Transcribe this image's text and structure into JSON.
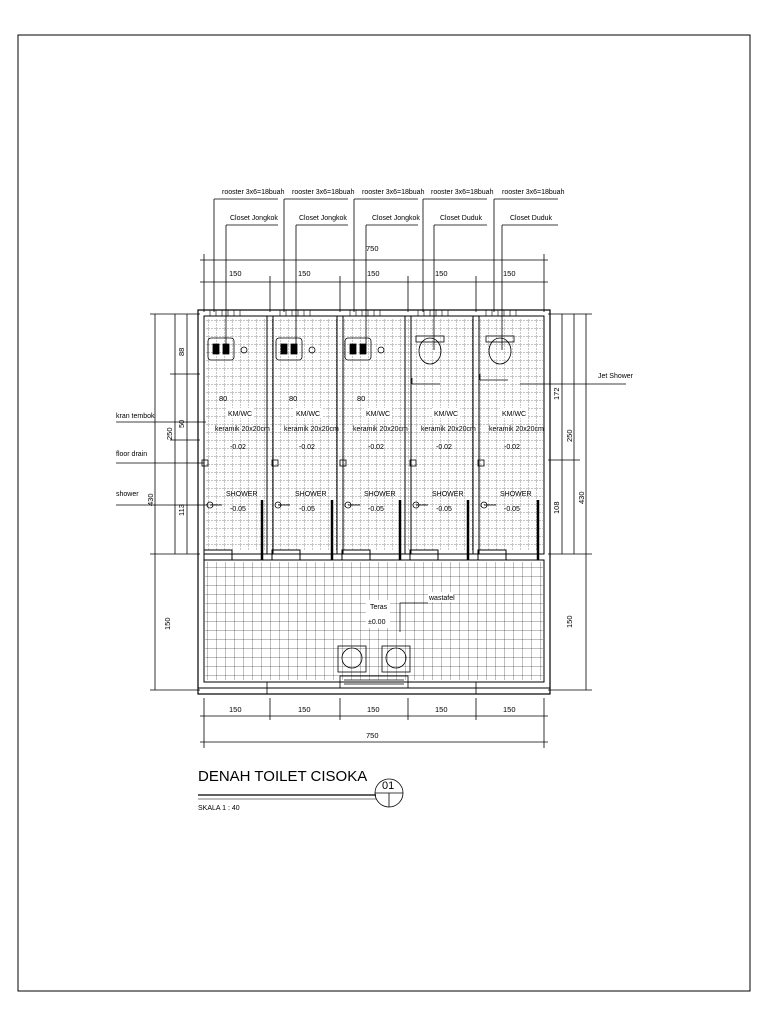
{
  "drawing": {
    "title": "DENAH TOILET CISOKA",
    "scale": "SKALA 1 : 40",
    "number": "01"
  },
  "top_notes": [
    {
      "rooster": "rooster 3x6=18buah",
      "closet": "Closet Jongkok"
    },
    {
      "rooster": "rooster 3x6=18buah",
      "closet": "Closet Jongkok"
    },
    {
      "rooster": "rooster 3x6=18buah",
      "closet": "Closet Jongkok"
    },
    {
      "rooster": "rooster 3x6=18buah",
      "closet": "Closet Duduk"
    },
    {
      "rooster": "rooster 3x6=18buah",
      "closet": "Closet Duduk"
    }
  ],
  "dimensions": {
    "total_width": "750",
    "bay_widths": [
      "150",
      "150",
      "150",
      "150",
      "150"
    ],
    "left_total": "430",
    "left_upper": "250",
    "left_wc_top": "88",
    "left_wc_mid": "50",
    "left_shower": "113",
    "left_teras": "150",
    "right_total": "430",
    "right_upper": "250",
    "right_top": "172",
    "right_shower": "108",
    "right_teras": "150",
    "inner_80": "80"
  },
  "left_labels": {
    "kran": "kran tembok",
    "drain": "floor drain",
    "shower": "shower"
  },
  "right_labels": {
    "jet": "Jet Shower"
  },
  "rooms": [
    {
      "name": "KM/WC",
      "floor": "keramik 20x20cm",
      "level": "-0.02",
      "shower": "SHOWER",
      "shower_level": "-0.05"
    },
    {
      "name": "KM/WC",
      "floor": "keramik 20x20cm",
      "level": "-0.02",
      "shower": "SHOWER",
      "shower_level": "-0.05"
    },
    {
      "name": "KM/WC",
      "floor": "keramik 20x20cm",
      "level": "-0.02",
      "shower": "SHOWER",
      "shower_level": "-0.05"
    },
    {
      "name": "KM/WC",
      "floor": "keramik 20x20cm",
      "level": "-0.02",
      "shower": "SHOWER",
      "shower_level": "-0.05"
    },
    {
      "name": "KM/WC",
      "floor": "keramik 20x20cm",
      "level": "-0.02",
      "shower": "SHOWER",
      "shower_level": "-0.05"
    }
  ],
  "teras": {
    "name": "Teras",
    "level": "±0.00",
    "wastafel": "wastafel"
  }
}
